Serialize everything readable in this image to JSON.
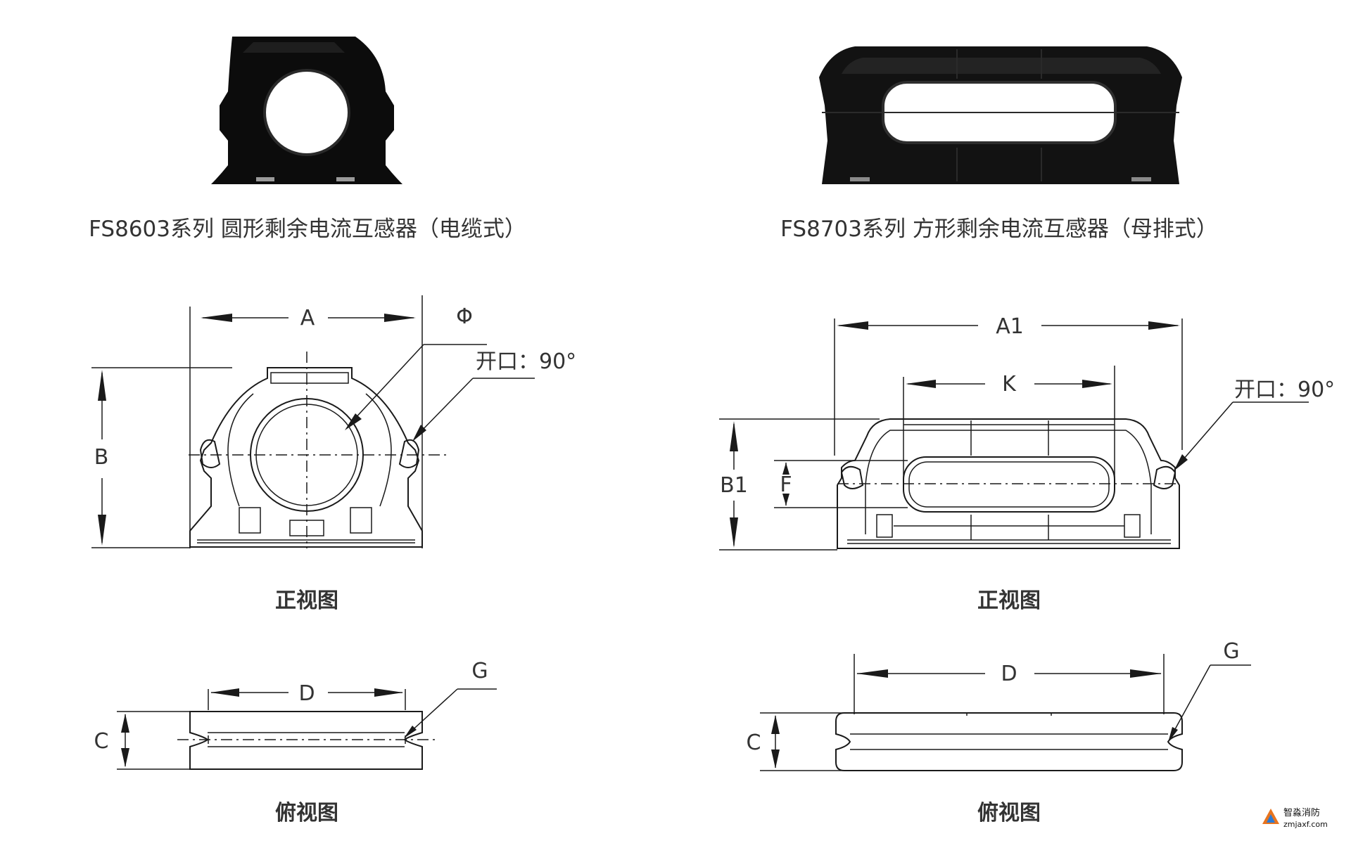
{
  "captions": {
    "left_product": "FS8603系列 圆形剩余电流互感器（电缆式）",
    "right_product": "FS8703系列 方形剩余电流互感器（母排式）"
  },
  "view_titles": {
    "left_front": "正视图",
    "right_front": "正视图",
    "left_top": "俯视图",
    "right_top": "俯视图"
  },
  "left_front_dims": {
    "A": "A",
    "B": "B",
    "phi": "Φ",
    "opening": "开口：90°"
  },
  "right_front_dims": {
    "A1": "A1",
    "K": "K",
    "B1": "B1",
    "F": "F",
    "opening": "开口：90°"
  },
  "left_top_dims": {
    "D": "D",
    "C": "C",
    "G": "G"
  },
  "right_top_dims": {
    "D": "D",
    "C": "C",
    "G": "G"
  },
  "watermark": {
    "name": "智淼消防",
    "url": "zmjaxf.com"
  }
}
